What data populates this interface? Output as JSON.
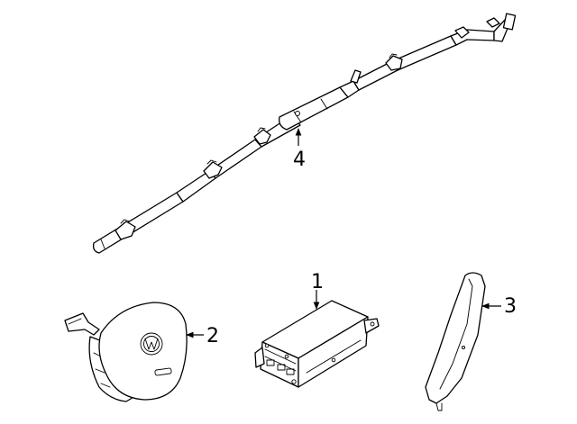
{
  "callouts": [
    {
      "number": "1",
      "part": "airbag-control-module"
    },
    {
      "number": "2",
      "part": "steering-wheel-airbag"
    },
    {
      "number": "3",
      "part": "seat-side-airbag"
    },
    {
      "number": "4",
      "part": "curtain-airbag"
    }
  ]
}
